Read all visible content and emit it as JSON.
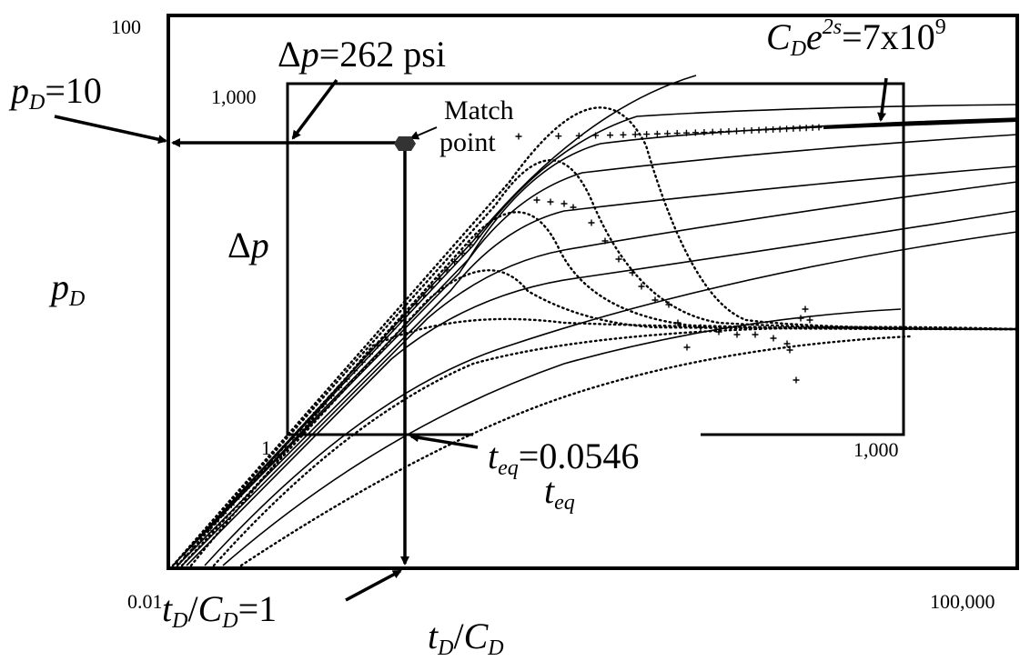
{
  "outer_axes": {
    "y_top_tick": "100",
    "x_left_tick": "0.01",
    "x_right_tick": "100,000",
    "y_label": {
      "var": "p",
      "sub": "D"
    },
    "x_label": {
      "var1": "t",
      "sub1": "D",
      "sep": "/",
      "var2": "C",
      "sub2": "D"
    }
  },
  "inner_axes": {
    "y_top_tick": "1,000",
    "y_bottom_tick": "1",
    "x_right_tick": "1,000",
    "y_label": {
      "prefix": "Δ",
      "var": "p"
    },
    "x_label": {
      "var": "t",
      "sub": "eq"
    }
  },
  "annotations": {
    "pd_match": {
      "var": "p",
      "sub": "D",
      "value": "=10"
    },
    "dp_match": {
      "prefix": "Δ",
      "var": "p",
      "value": "=262 psi"
    },
    "match_point": {
      "line1": "Match",
      "line2": "point"
    },
    "cde2s": {
      "var": "C",
      "sub": "D",
      "e": "e",
      "sup": "2s",
      "value": "=7x10",
      "exp": "9"
    },
    "teq_match": {
      "var": "t",
      "sub": "eq",
      "value": "=0.0546"
    },
    "td_cd_match": {
      "var1": "t",
      "sub1": "D",
      "sep": "/",
      "var2": "C",
      "sub2": "D",
      "value": "=1"
    }
  },
  "colors": {
    "ink": "#000000",
    "background": "#ffffff",
    "marker": "#333333"
  }
}
